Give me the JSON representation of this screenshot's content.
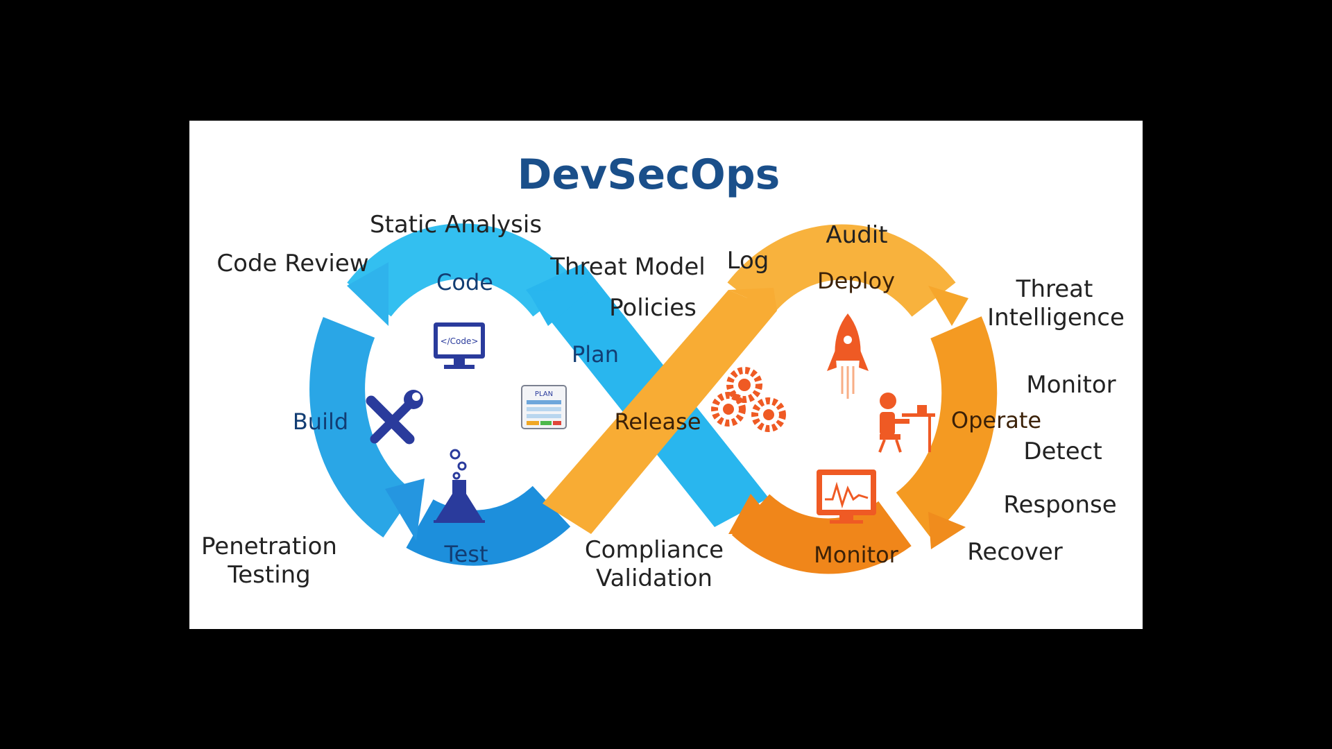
{
  "title": "DevSecOps",
  "colors": {
    "background": "#000000",
    "card": "#ffffff",
    "title": "#1a4f8a",
    "dev_light": "#33bff0",
    "dev_mid": "#2aa6e6",
    "dev_dark": "#1d8fdc",
    "ops_light": "#f8b23d",
    "ops_mid": "#f49a22",
    "ops_dark": "#f0861a",
    "icon_blue": "#2a3b9c",
    "icon_orange": "#ef5a24"
  },
  "stages": {
    "code": "Code",
    "plan": "Plan",
    "build": "Build",
    "test": "Test",
    "release": "Release",
    "deploy": "Deploy",
    "operate": "Operate",
    "monitor": "Monitor"
  },
  "annotations": {
    "static_analysis": "Static Analysis",
    "code_review": "Code Review",
    "threat_model": "Threat Model",
    "policies": "Policies",
    "penetration_1": "Penetration",
    "penetration_2": "Testing",
    "compliance_1": "Compliance",
    "compliance_2": "Validation",
    "log": "Log",
    "audit": "Audit",
    "threat_intel_1": "Threat",
    "threat_intel_2": "Intelligence",
    "monitor": "Monitor",
    "detect": "Detect",
    "response": "Response",
    "recover": "Recover"
  },
  "icons": {
    "code_screen_text": "</Code>",
    "plan_board_text": "PLAN",
    "names": [
      "monitor-code-icon",
      "plan-board-icon",
      "tools-icon",
      "flask-icon",
      "gears-icon",
      "rocket-icon",
      "operator-desk-icon",
      "monitor-chart-icon"
    ]
  }
}
